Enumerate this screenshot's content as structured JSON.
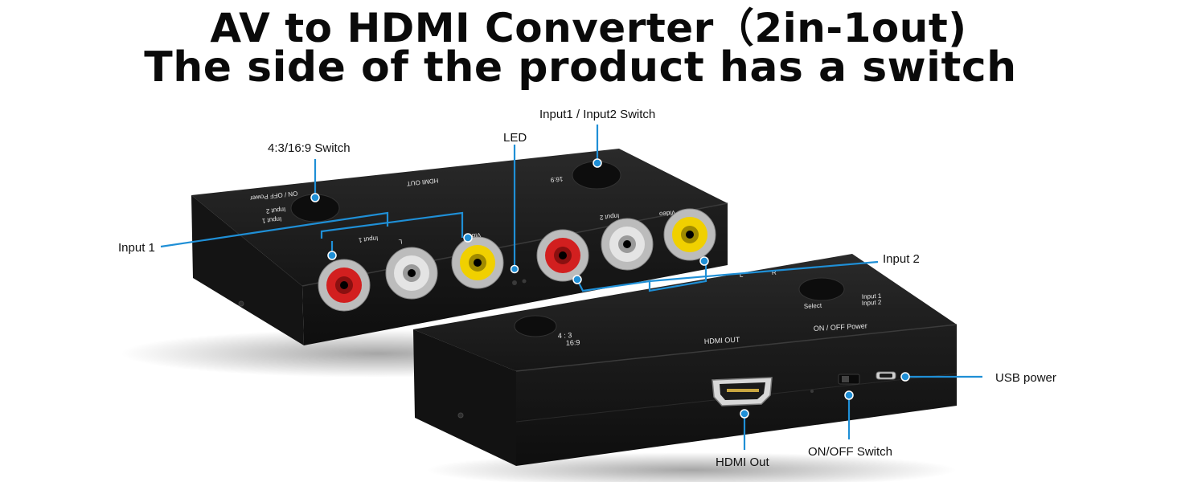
{
  "title": {
    "line1": "AV to HDMI Converter（2in-1out)",
    "line2": "The side of the product has a switch"
  },
  "callouts": {
    "input1": "Input 1",
    "aspect_switch": "4:3/16:9 Switch",
    "led": "LED",
    "input_switch": "Input1 / Input2 Switch",
    "input2": "Input 2",
    "usb_power": "USB power",
    "hdmi_out": "HDMI Out",
    "onoff_switch": "ON/OFF Switch"
  },
  "device_print": {
    "hdmi_out": "HDMI OUT",
    "on_off_power": "ON / OFF   Power",
    "ratio_43": "4 : 3",
    "ratio_169": "16:9",
    "select": "Select",
    "input_1": "Input 1",
    "input_2": "Input 2",
    "video": "Video",
    "l": "L",
    "r": "R"
  },
  "colors": {
    "accent": "#1f8fd6",
    "device_body": "#1b1b1b",
    "rca_red": "#d21f1f",
    "rca_white": "#d9d9d9",
    "rca_yellow": "#f0d000"
  }
}
